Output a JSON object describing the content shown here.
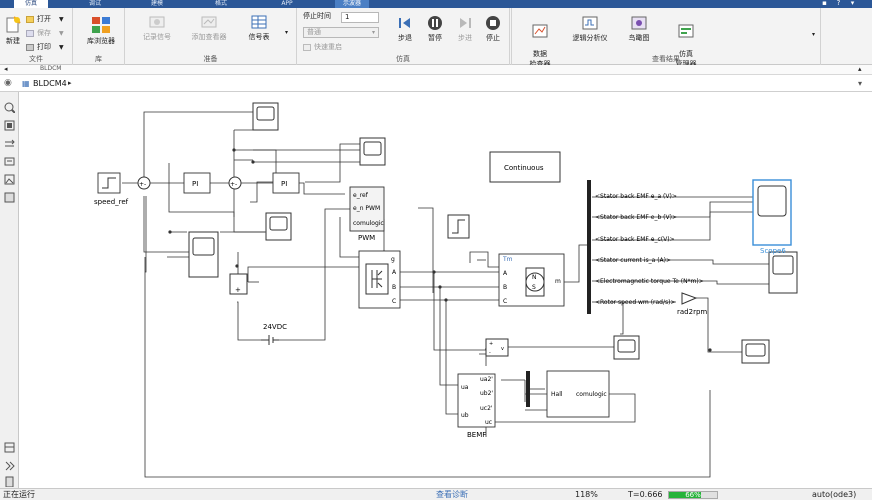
{
  "tabs": [
    {
      "label": "仿真",
      "active": true
    },
    {
      "label": "调试",
      "active": false
    },
    {
      "label": "建模",
      "active": false
    },
    {
      "label": "格式",
      "active": false
    },
    {
      "label": "APP",
      "active": false
    },
    {
      "label": "示波器",
      "active": true
    }
  ],
  "ribbon": {
    "file": {
      "new_label": "新建",
      "open_label": "打开",
      "save_label": "保存",
      "print_label": "打印",
      "section": "文件"
    },
    "library": {
      "browser_label": "库浏览器",
      "section": "库"
    },
    "prepare": {
      "record_label": "记录信号",
      "add_viewer_label": "添加查看器",
      "signal_table_label": "信号表",
      "section": "准备"
    },
    "simulate": {
      "stop_time_label": "停止时间",
      "stop_time_value": "1",
      "mode_value": "普通",
      "fast_restart_label": "快速重启",
      "step_back_label": "步退",
      "run_label": "暂停",
      "step_forward_label": "步进",
      "stop_label": "停止",
      "section": "仿真"
    },
    "review": {
      "data_inspector_label": "数据\n检查器",
      "logic_analyzer_label": "逻辑分析仪",
      "bird_eye_label": "鸟瞰图",
      "sim_manager_label": "仿真\n管理器",
      "section": "查看结果"
    }
  },
  "subbar": {
    "model_tab": "BLDCM"
  },
  "address": {
    "path": "BLDCM4"
  },
  "diagram": {
    "speed_ref_label": "speed_ref",
    "pi1_label": "PI",
    "pi2_label": "PI",
    "pwm_ports": [
      "e_ref",
      "e_n PWM",
      "comulogic"
    ],
    "pwm_label": "PWM",
    "inverter_ports": [
      "g",
      "A",
      "B",
      "C"
    ],
    "supply_label": "24VDC",
    "motor_ports": [
      "Tm",
      "A",
      "B",
      "C",
      "m"
    ],
    "motor_letters": [
      "N",
      "S"
    ],
    "continuous_label": "Continuous",
    "signal_labels": [
      "<Stator back EMF e_a (V)>",
      "<Stator back EMF e_b (V)>",
      "<Stator back EMF e_c(V)>",
      "<Stator current is_a (A)>",
      "<Electromagnetic torque Te (N*m)>",
      "<Rotor speed wm (rad/s)>"
    ],
    "scope6_label": "Scope6",
    "rad2rpm_label": "rad2rpm",
    "voltage_ports": [
      "+",
      "-",
      "v"
    ],
    "bemf_ports": [
      "ua",
      "ub",
      "ua2'",
      "ub2'",
      "uc2'",
      "uc"
    ],
    "bemf_label": "BEMF",
    "hall_ports": [
      "Hall",
      "comulogic"
    ]
  },
  "status": {
    "left": "正在运行",
    "diagnostics": "查看诊断",
    "zoom": "118%",
    "time": "T=0.666",
    "progress_pct": 66,
    "progress_text": "66%",
    "solver": "auto(ode3)"
  },
  "colors": {
    "ribbon_blue": "#2b5797",
    "selection_blue": "#3a8fd8",
    "progress_green": "#26b33a"
  }
}
